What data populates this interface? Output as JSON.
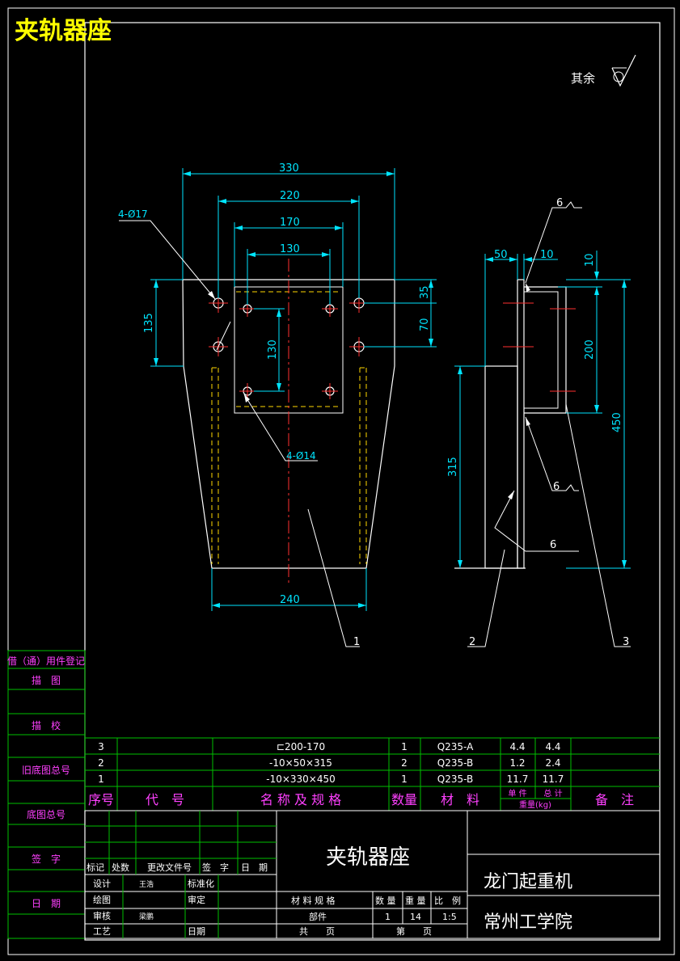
{
  "title_banner": "夹轨器座",
  "roughness_note": "其余",
  "front_view": {
    "dims": {
      "d330": "330",
      "d220": "220",
      "d170": "170",
      "d130_top": "130",
      "d135": "135",
      "d35": "35",
      "d70": "70",
      "d130_side": "130",
      "d240": "240"
    },
    "hole_note_large": "4-Ø17",
    "hole_note_small": "4-Ø14",
    "balloon": "1"
  },
  "side_view": {
    "dims": {
      "d50": "50",
      "d10a": "10",
      "d10b": "10",
      "d200": "200",
      "d450": "450",
      "d315": "315"
    },
    "welds": [
      "6",
      "6",
      "6"
    ],
    "balloons": [
      "2",
      "3"
    ]
  },
  "left_block": {
    "labels": [
      "借（通）用件登记",
      "描　图",
      "描　校",
      "旧底图总号",
      "底图总号",
      "签　字",
      "日　期"
    ]
  },
  "bom": {
    "rows": [
      {
        "no": "3",
        "code": "",
        "name": "⊏200-170",
        "qty": "1",
        "material": "Q235-A",
        "unit_w": "4.4",
        "total_w": "4.4",
        "remark": ""
      },
      {
        "no": "2",
        "code": "",
        "name": "-10×50×315",
        "qty": "2",
        "material": "Q235-B",
        "unit_w": "1.2",
        "total_w": "2.4",
        "remark": ""
      },
      {
        "no": "1",
        "code": "",
        "name": "-10×330×450",
        "qty": "1",
        "material": "Q235-B",
        "unit_w": "11.7",
        "total_w": "11.7",
        "remark": ""
      }
    ],
    "header": {
      "no": "序号",
      "code": "代　号",
      "name": "名 称 及 规 格",
      "qty": "数量",
      "material": "材　料",
      "unit": "单 件",
      "total": "总 计",
      "weight": "重量(kg)",
      "remark": "备　注"
    }
  },
  "title_block": {
    "drawing_name": "夹轨器座",
    "project": "龙门起重机",
    "school": "常州工学院",
    "rev_headers": [
      "标记",
      "处数",
      "更改文件号",
      "签　字",
      "日　期"
    ],
    "roles": {
      "design": "设计",
      "designer": "王浩",
      "standard": "标准化",
      "drafting": "绘图",
      "approve": "审定",
      "check": "审核",
      "checker": "梁鹏",
      "process": "工艺",
      "date": "日期"
    },
    "info_headers": {
      "spec": "材 料 规 格",
      "qty": "数 量",
      "weight": "重 量",
      "scale": "比　例"
    },
    "info_values": {
      "spec": "部件",
      "qty": "1",
      "weight": "14",
      "scale": "1:5"
    },
    "sheets": {
      "total": "共　　页",
      "nth": "第　　页"
    }
  },
  "colors": {
    "frame": "#ffffff",
    "grid": "#00c000",
    "dim": "#00e5ff",
    "hidden": "#ffd800",
    "center": "#ff3030",
    "label": "#ff40ff",
    "banner": "#ffff00"
  }
}
